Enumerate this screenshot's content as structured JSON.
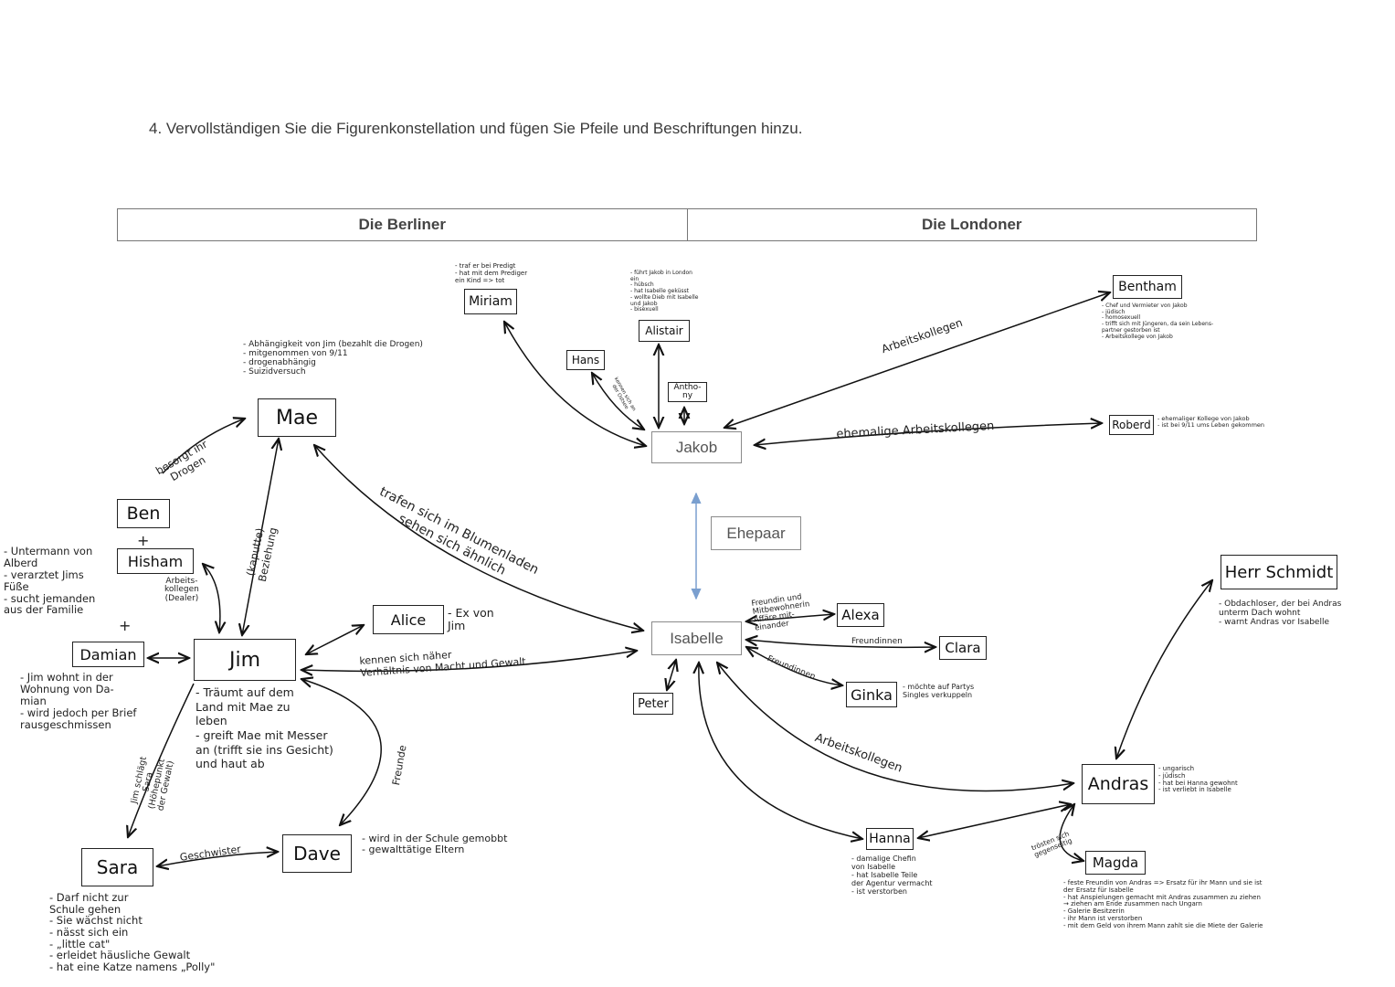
{
  "task": "4.   Vervollständigen Sie die Figurenkonstellation und fügen Sie Pfeile und Beschriftungen hinzu.",
  "header": {
    "left": "Die Berliner",
    "right": "Die Londoner"
  },
  "boxes": {
    "mae": "Mae",
    "ben": "Ben",
    "hisham": "Hisham",
    "damian": "Damian",
    "jim": "Jim",
    "alice": "Alice",
    "sara": "Sara",
    "dave": "Dave",
    "miriam": "Miriam",
    "hans": "Hans",
    "alistair": "Alistair",
    "anthony": "Antho-\nny",
    "jakob": "Jakob",
    "ehepaar": "Ehepaar",
    "isabelle": "Isabelle",
    "bentham": "Bentham",
    "robert": "Roberd",
    "alexa": "Alexa",
    "clara": "Clara",
    "ginka": "Ginka",
    "peter": "Peter",
    "herr_schmidt": "Herr Schmidt",
    "andras": "Andras",
    "hanna": "Hanna",
    "magda": "Magda"
  },
  "plus_sign": "+",
  "notes": {
    "mae": [
      "- Abhängigkeit von Jim (bezahlt die Drogen)",
      "- mitgenommen von 9/11",
      "- drogenabhängig",
      "- Suizidversuch"
    ],
    "hisham": [
      "- Untermann von",
      "  Alberd",
      "- verarztet Jims",
      "  Füße",
      "- sucht jemanden",
      "  aus der Familie"
    ],
    "damian": [
      "- Jim wohnt in der",
      "  Wohnung von Da-",
      "  mian",
      "- wird jedoch per Brief",
      "  rausgeschmissen"
    ],
    "jim": [
      "- Träumt auf dem",
      "  Land mit Mae zu",
      "  leben",
      "- greift Mae mit Messer",
      "  an (trifft sie ins Gesicht)",
      "  und haut ab"
    ],
    "alice": [
      "- Ex von",
      "  Jim"
    ],
    "dave": [
      "- wird in der Schule gemobbt",
      "- gewalttätige Eltern"
    ],
    "sara": [
      "- Darf nicht zur",
      "  Schule gehen",
      "- Sie wächst nicht",
      "- nässt sich ein",
      "- „little cat\"",
      "- erleidet häusliche Gewalt",
      "- hat eine Katze namens „Polly\""
    ],
    "miriam": [
      "- traf er bei Predigt",
      "- hat mit dem Prediger",
      "  ein Kind => tot"
    ],
    "alistair": [
      "- führt Jakob in London",
      "  ein",
      "- hübsch",
      "- hat Isabelle geküsst",
      "- wollte Dieb mit Isabelle",
      "  und Jakob",
      "- bisexuell"
    ],
    "bentham": [
      "- Chef und Vermieter von Jakob",
      "- jüdisch",
      "- homosexuell",
      "- trifft sich mit Jüngeren, da sein Lebens-",
      "  partner gestorben ist",
      "- Arbeitskollege von Jakob"
    ],
    "robert": [
      "- ehemaliger Kollege von Jakob",
      "- ist bei 9/11 ums Leben gekommen"
    ],
    "ginka": [
      "- möchte auf Partys",
      "  Singles verkuppeln"
    ],
    "herr_schmidt": [
      "- Obdachloser, der bei Andras",
      "  unterm Dach wohnt",
      "- warnt Andras vor Isabelle"
    ],
    "andras": [
      "- ungarisch",
      "- jüdisch",
      "- hat bei Hanna gewohnt",
      "- ist verliebt in Isabelle"
    ],
    "hanna": [
      "- damalige Chefin",
      "  von Isabelle",
      "- hat Isabelle Teile",
      "  der Agentur vermacht",
      "- ist verstorben"
    ],
    "magda": [
      "- feste Freundin von Andras => Ersatz für ihr Mann und sie ist",
      "  der Ersatz für Isabelle",
      "- hat Anspielungen gemacht mit Andras zusammen zu ziehen",
      "  → ziehen am Ende zusammen nach Ungarn",
      "- Galerie Besitzerin",
      "- ihr Mann ist verstorben",
      "- mit dem Geld von ihrem Mann zahlt sie die Miete der Galerie"
    ]
  },
  "labels": {
    "ben_mae": "besorgt ihr\nDrogen",
    "hisham_jim": "Arbeits-\nkollegen\n(Dealer)",
    "jim_mae": "(kaputte)\nBeziehung",
    "mae_isabelle": "trafen sich im Blumenladen\nsehen sich ähnlich",
    "jim_isabelle": "kennen sich näher\nVerhältnis von Macht und Gewalt",
    "jim_sara": "Jim schlägt\nSara\n(Höhepunkt\nder Gewalt)",
    "sara_dave": "Geschwister",
    "jim_dave": "Freunde",
    "hans_jakob": "kennen sich an\nder Ostsee",
    "jakob_bentham": "Arbeitskollegen",
    "jakob_robert": "ehemalige Arbeitskollegen",
    "isabelle_alexa": "Freundin und\nMitbewohnerin\nAffäre mit-\neinander",
    "isabelle_clara": "Freundinnen",
    "isabelle_ginka": "Freundinnen",
    "isabelle_andras": "Arbeitskollegen",
    "andras_magda": "trösten sich\ngegenseitig"
  }
}
